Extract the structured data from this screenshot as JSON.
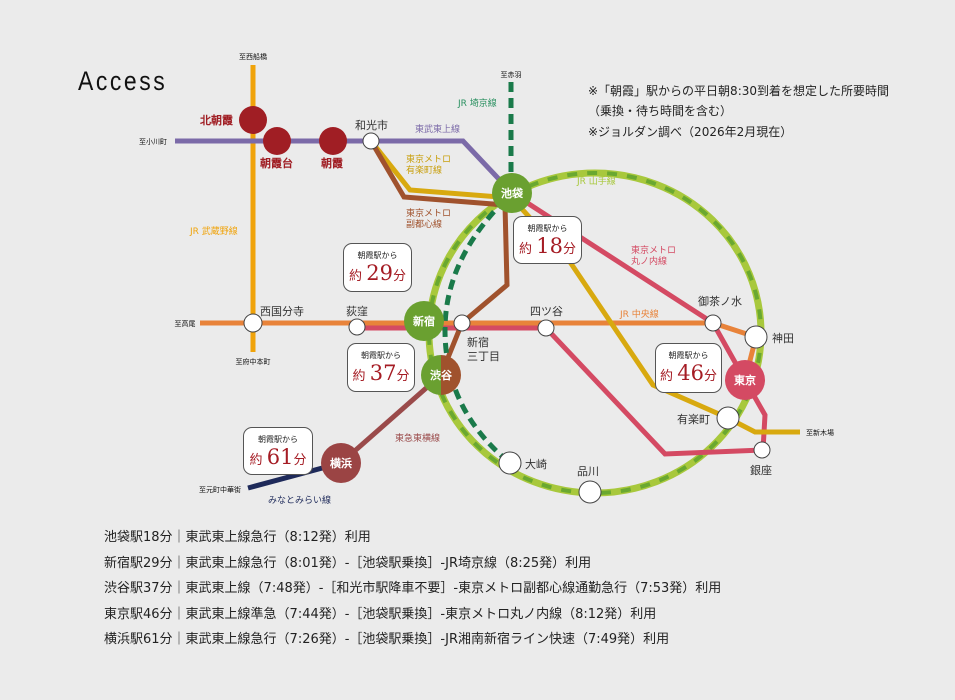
{
  "title": "Access",
  "notes": [
    "※「朝霞」駅からの平日朝8:30到着を想定した所要時間",
    "（乗換・待ち時間を含む）",
    "※ジョルダン調べ（2026年2月現在）"
  ],
  "lines": {
    "musashino": "JR 武蔵野線",
    "tojo": "東武東上線",
    "yurakucho": "東京メトロ\n有楽町線",
    "yurakucho1": "東京メトロ",
    "yurakucho2": "有楽町線",
    "fukutoshin1": "東京メトロ",
    "fukutoshin2": "副都心線",
    "saikyo": "JR 埼京線",
    "yamanote": "JR 山手線",
    "marunouchi1": "東京メトロ",
    "marunouchi2": "丸ノ内線",
    "chuo": "JR 中央線",
    "toyoko": "東急東横線",
    "minatomirai": "みなとみらい線"
  },
  "termini": {
    "nishifunabashi": "至西船橋",
    "ogawamachi": "至小川町",
    "akabane": "至赤羽",
    "takao": "至高尾",
    "fuchuhommachi": "至府中本町",
    "shinkiba": "至新木場",
    "motomachi": "至元町中華街"
  },
  "stations": {
    "kitaasaka": "北朝霞",
    "asakadai": "朝霞台",
    "asaka": "朝霞",
    "wakoshi": "和光市",
    "ikebukuro": "池袋",
    "shinjuku": "新宿",
    "shibuya": "渋谷",
    "tokyo": "東京",
    "yokohama": "横浜",
    "nishikokubunji": "西国分寺",
    "ogikubo": "荻窪",
    "yotsuya": "四ツ谷",
    "shinjuku3a": "新宿",
    "shinjuku3b": "三丁目",
    "ochanomizu": "御茶ノ水",
    "kanda": "神田",
    "yurakucho": "有楽町",
    "ginza": "銀座",
    "shinagawa": "品川",
    "osaki": "大崎"
  },
  "callouts": {
    "from": "朝霞駅から",
    "approx": "約",
    "unit": "分",
    "ikebukuro": "18",
    "shinjuku": "29",
    "shibuya": "37",
    "tokyo": "46",
    "yokohama": "61"
  },
  "routes": [
    "池袋駅18分｜東武東上線急行（8:12発）利用",
    "新宿駅29分｜東武東上線急行（8:01発）-［池袋駅乗換］-JR埼京線（8:25発）利用",
    "渋谷駅37分｜東武東上線（7:48発）-［和光市駅降車不要］-東京メトロ副都心線通勤急行（7:53発）利用",
    "東京駅46分｜東武東上線準急（7:44発）-［池袋駅乗換］-東京メトロ丸ノ内線（8:12発）利用",
    "横浜駅61分｜東武東上線急行（7:26発）-［池袋駅乗換］-JR湘南新宿ライン快速（7:49発）利用"
  ],
  "colors": {
    "musashino": "#f0a30a",
    "tojo": "#7b6aa8",
    "yurakucho": "#d8a90f",
    "fukutoshin": "#a0522d",
    "saikyo": "#1a7a4a",
    "yamanote": "#a8c83c",
    "marunouchi": "#d44a63",
    "chuo": "#e8833a",
    "toyoko": "#9a4a4a",
    "minatomirai": "#1e2a5a",
    "asaka": "#a01e24"
  }
}
